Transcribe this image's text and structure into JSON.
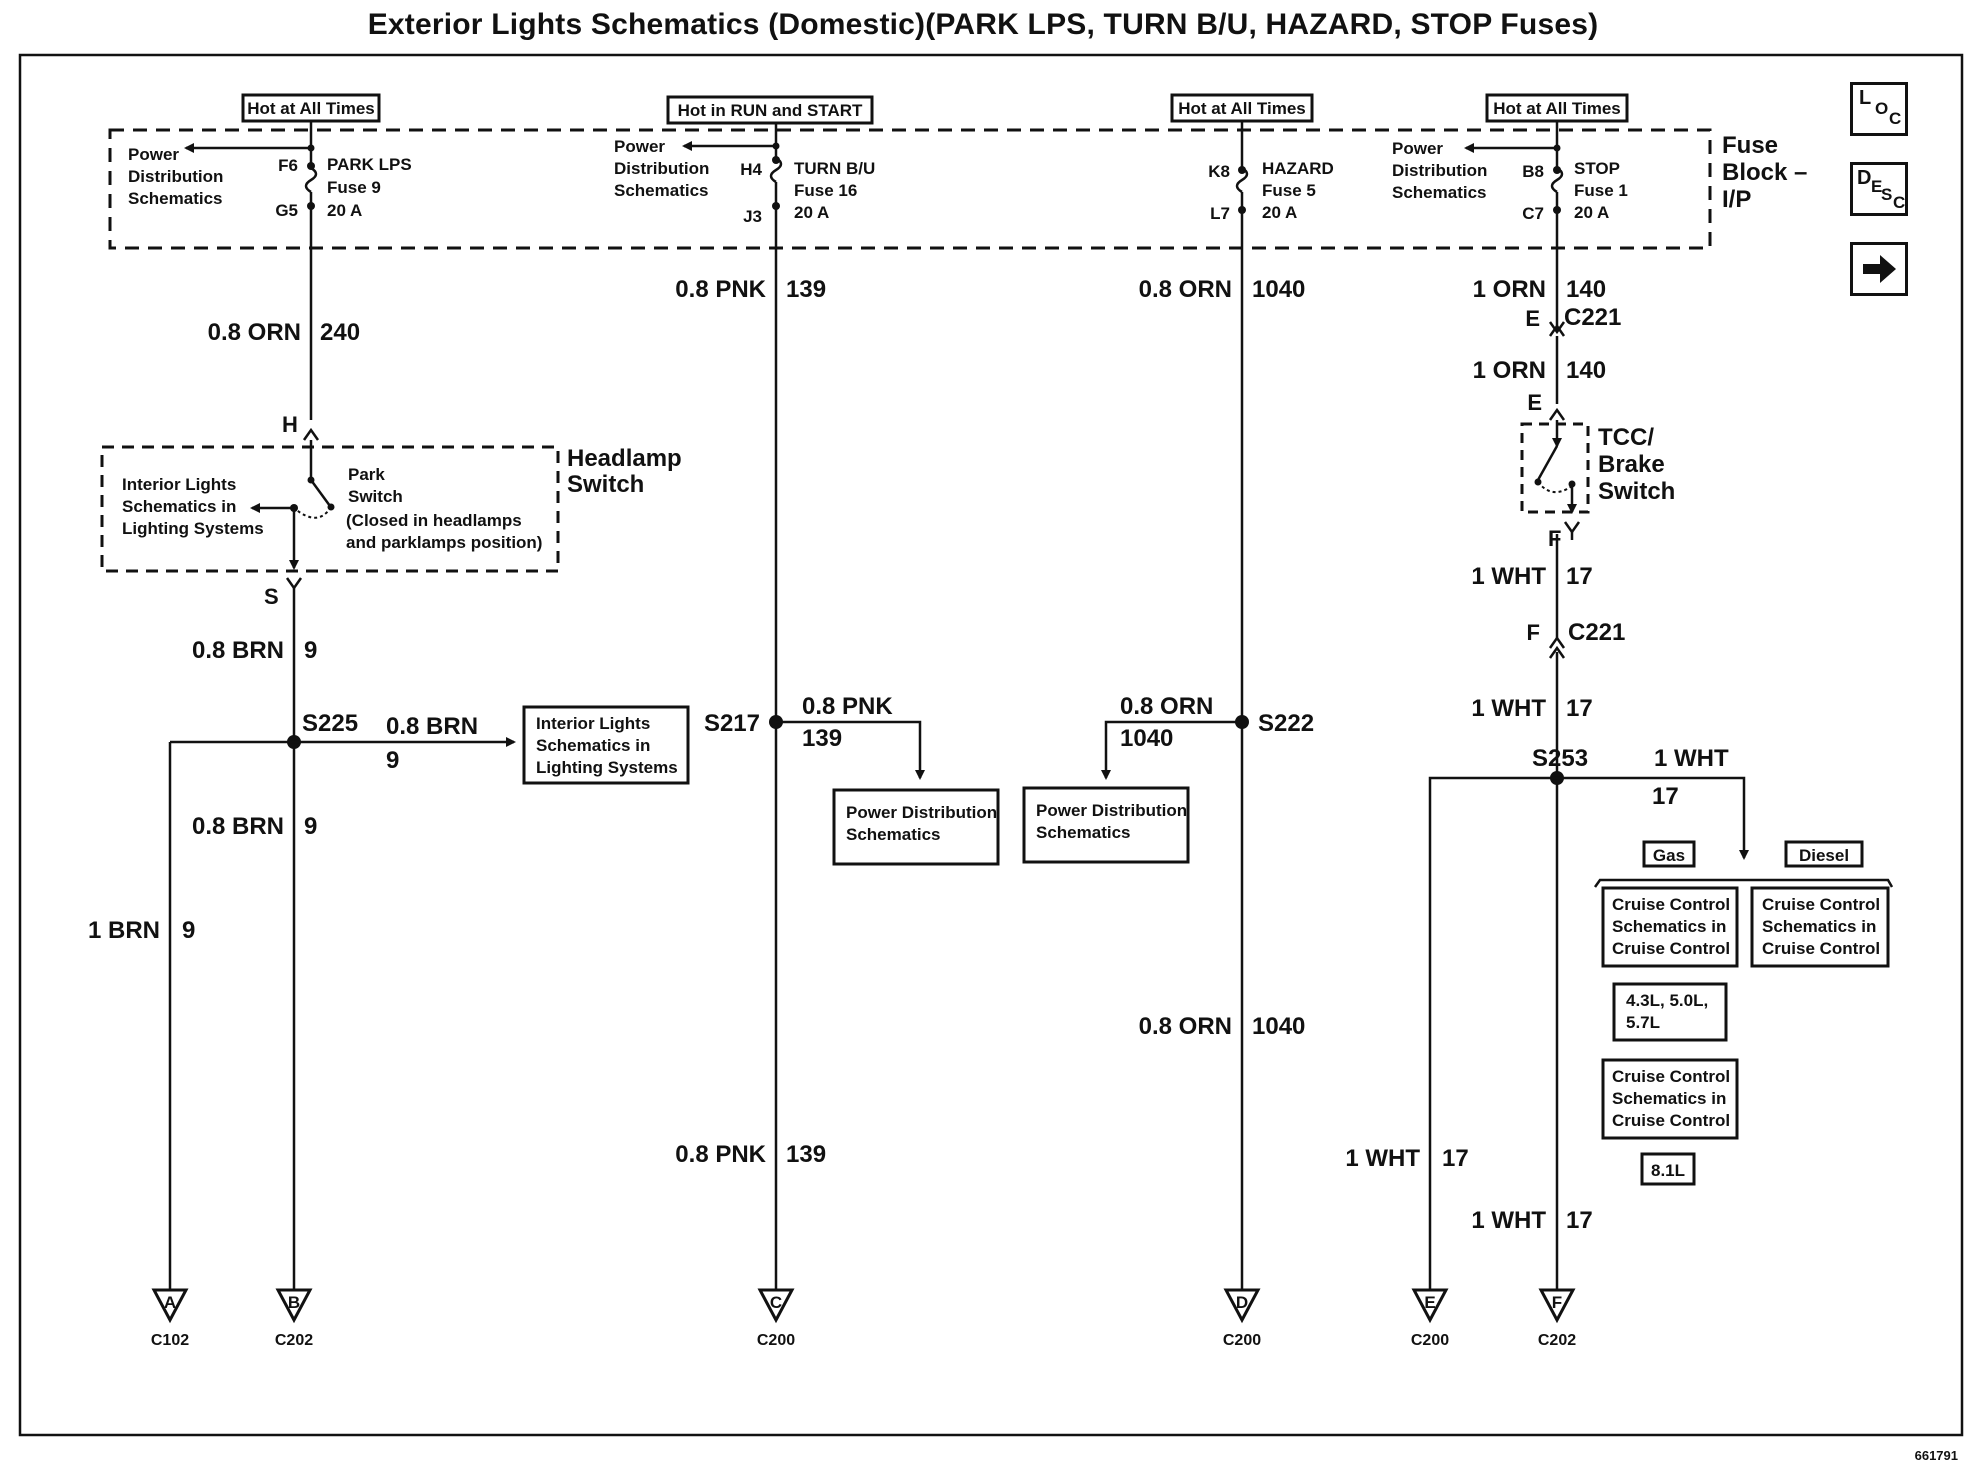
{
  "title": "Exterior Lights Schematics (Domestic)(PARK LPS, TURN B/U, HAZARD, STOP Fuses)",
  "doc_number": "661791",
  "nav": {
    "loc": [
      "L",
      "O",
      "C"
    ],
    "desc": [
      "D",
      "E",
      "S",
      "C"
    ],
    "next_icon": "arrow-right-icon"
  },
  "fuse_block": {
    "label": [
      "Fuse",
      "Block –",
      "I/P"
    ]
  },
  "power_labels": {
    "hot_all_times": "Hot at All Times",
    "hot_run_start": "Hot in RUN and START"
  },
  "power_distribution": [
    "Power",
    "Distribution",
    "Schematics"
  ],
  "fuses": {
    "park": {
      "pin_in": "F6",
      "pin_out": "G5",
      "name": "PARK LPS",
      "fuse": "Fuse 9",
      "rating": "20 A"
    },
    "turn": {
      "pin_in": "H4",
      "pin_out": "J3",
      "name": "TURN B/U",
      "fuse": "Fuse 16",
      "rating": "20 A"
    },
    "hazard": {
      "pin_in": "K8",
      "pin_out": "L7",
      "name": "HAZARD",
      "fuse": "Fuse 5",
      "rating": "20 A"
    },
    "stop": {
      "pin_in": "B8",
      "pin_out": "C7",
      "name": "STOP",
      "fuse": "Fuse 1",
      "rating": "20 A"
    }
  },
  "wires": {
    "w240": {
      "size": "0.8 ORN",
      "circuit": "240"
    },
    "w139": {
      "size": "0.8 PNK",
      "circuit": "139"
    },
    "w1040": {
      "size": "0.8 ORN",
      "circuit": "1040"
    },
    "w140": {
      "size": "1 ORN",
      "circuit": "140"
    },
    "w9": {
      "size": "0.8 BRN",
      "circuit": "9"
    },
    "w9a": {
      "size": "1 BRN",
      "circuit": "9"
    },
    "w17": {
      "size": "1 WHT",
      "circuit": "17"
    }
  },
  "headlamp_switch": {
    "label": [
      "Headlamp",
      "Switch"
    ],
    "pin_in": "H",
    "pin_out": "S",
    "interior": [
      "Interior Lights",
      "Schematics in",
      "Lighting Systems"
    ],
    "park_switch": [
      "Park",
      "Switch",
      "(Closed in headlamps",
      "and parklamps position)"
    ]
  },
  "tcc_switch": {
    "label": [
      "TCC/",
      "Brake",
      "Switch"
    ],
    "pin_e": "E",
    "pin_f": "F"
  },
  "connector_c221": {
    "name": "C221",
    "pin_e": "E",
    "pin_f": "F"
  },
  "splices": {
    "s225": "S225",
    "s217": "S217",
    "s222": "S222",
    "s253": "S253"
  },
  "boxes": {
    "interior": [
      "Interior Lights",
      "Schematics in",
      "Lighting Systems"
    ],
    "power_dist": [
      "Power Distribution",
      "Schematics"
    ],
    "cruise": [
      "Cruise Control",
      "Schematics in",
      "Cruise Control"
    ]
  },
  "engine_options": {
    "gas": "Gas",
    "diesel": "Diesel",
    "v1": [
      "4.3L, 5.0L,",
      "5.7L"
    ],
    "v2": "8.1L"
  },
  "terminals": [
    {
      "letter": "A",
      "connector": "C102"
    },
    {
      "letter": "B",
      "connector": "C202"
    },
    {
      "letter": "C",
      "connector": "C200"
    },
    {
      "letter": "D",
      "connector": "C200"
    },
    {
      "letter": "E",
      "connector": "C200"
    },
    {
      "letter": "F",
      "connector": "C202"
    }
  ]
}
